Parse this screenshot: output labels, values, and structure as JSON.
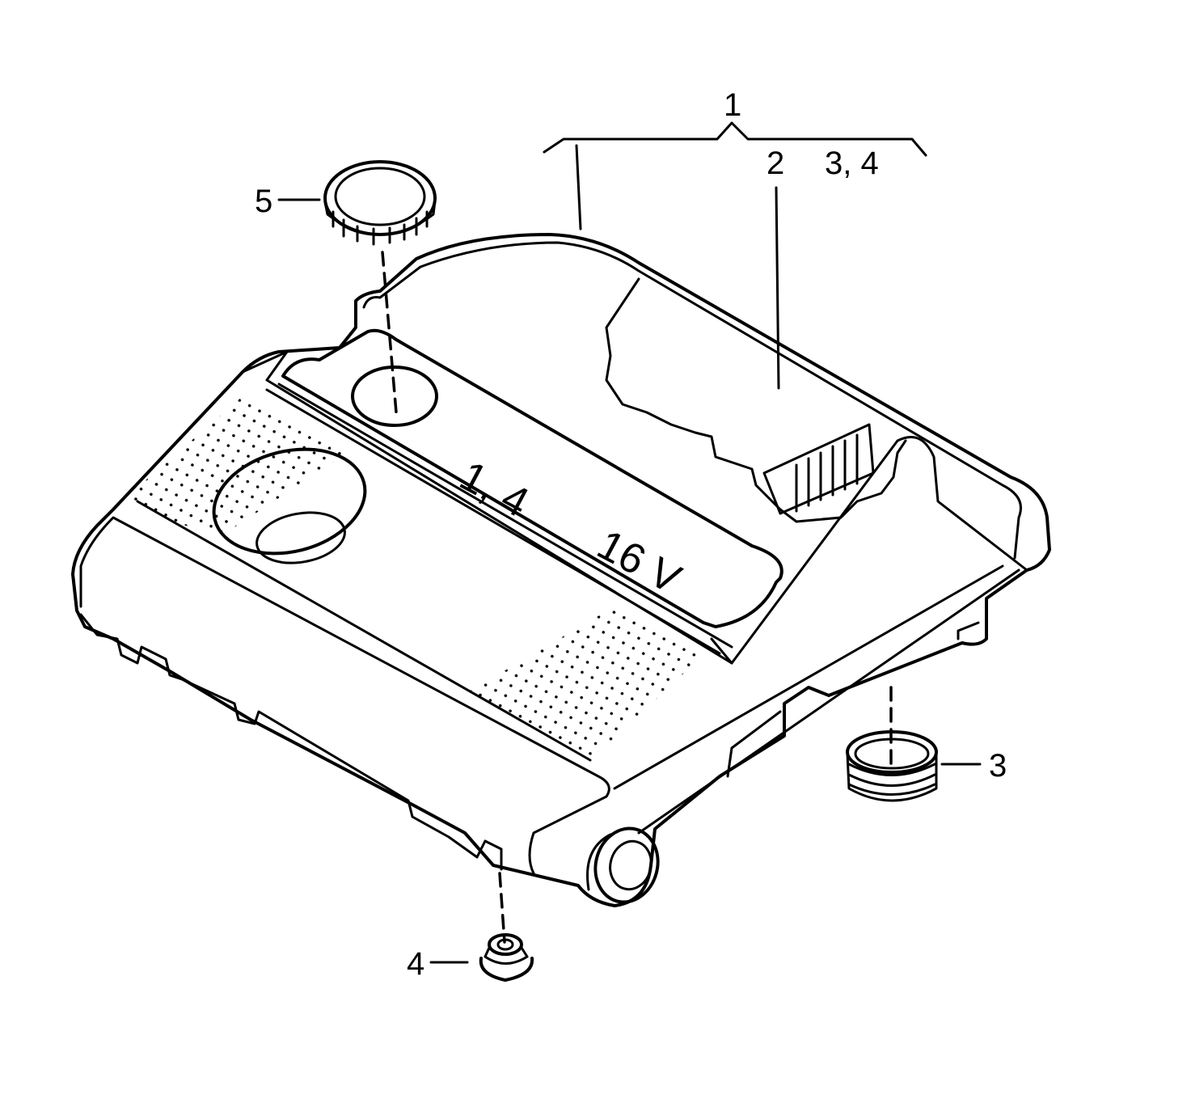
{
  "diagram": {
    "engine_badge": {
      "displacement": "1, 4",
      "valves": "16 V"
    },
    "callouts": {
      "group_label": "1",
      "group_sub_2": "2",
      "group_sub_34": "3,  4",
      "part_3": "3",
      "part_4": "4",
      "part_5": "5"
    }
  }
}
